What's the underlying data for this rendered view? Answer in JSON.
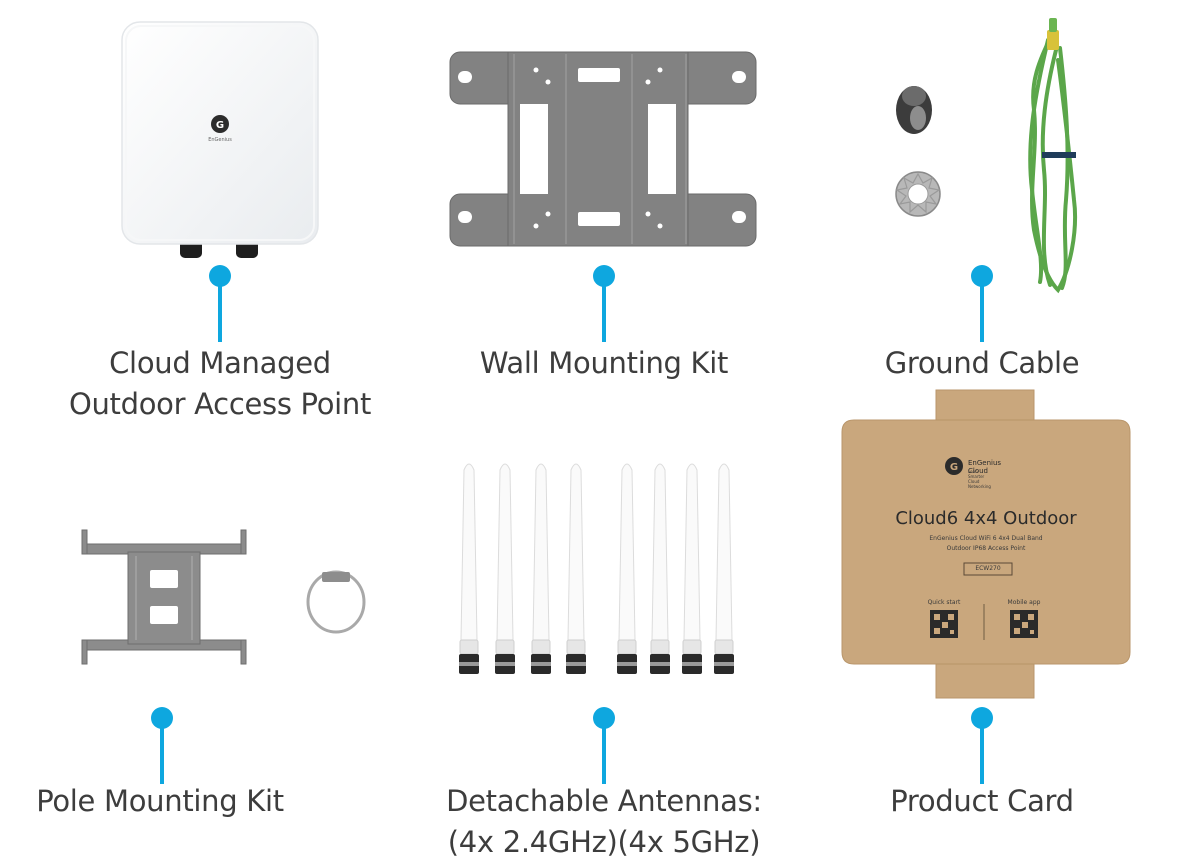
{
  "items": {
    "access_point": {
      "label_line1": "Cloud Managed",
      "label_line2": "Outdoor Access Point",
      "logo_text": "EnGenius"
    },
    "wall_kit": {
      "label": "Wall Mounting Kit"
    },
    "ground_cable": {
      "label": "Ground Cable"
    },
    "pole_kit": {
      "label": "Pole Mounting Kit"
    },
    "antennas": {
      "label_line1": "Detachable Antennas:",
      "label_line2": "(4x 2.4GHz)(4x 5GHz)"
    },
    "product_card": {
      "label": "Product Card",
      "brand": "EnGenius Cloud",
      "brand_tagline": "Lean Smarter Cloud Networking",
      "title": "Cloud6 4x4 Outdoor",
      "subtitle_line1": "EnGenius Cloud WiFi 6 4x4 Dual Band",
      "subtitle_line2": "Outdoor IP68 Access Point",
      "model": "ECW270",
      "quick_start": "Quick start",
      "mobile_app": "Mobile app"
    }
  },
  "colors": {
    "accent": "#0ea7df",
    "label_text": "#3d3d3d",
    "card": "#c9a77d",
    "cable": "#5ba64a",
    "bracket": "#808080"
  }
}
